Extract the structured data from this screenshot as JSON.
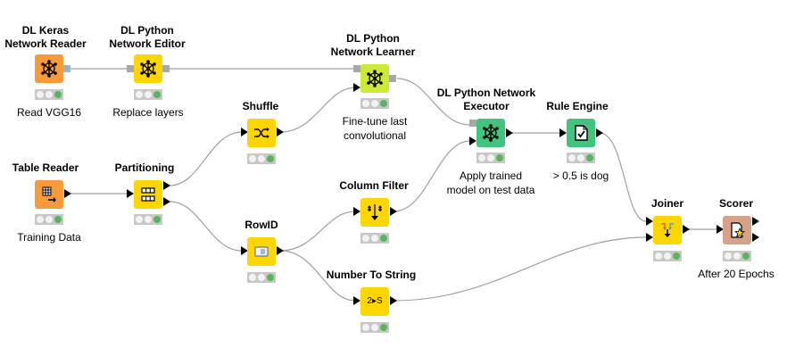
{
  "workflow": {
    "colors": {
      "source": "#f89a3a",
      "manipulator": "#fdd600",
      "learner": "#cde835",
      "predictor": "#43c47e",
      "other": "#d6a38a",
      "status_ok": "#5ab55a",
      "status_off": "#f3f3f3",
      "status_bg": "#c8c8c8",
      "port_data": "#000000",
      "port_model": "#a8a8a8",
      "port_keras": "#97b7c9",
      "connection": "#a0a0a0"
    },
    "nodes": [
      {
        "id": "keras_reader",
        "title": [
          "DL Keras",
          "Network Reader"
        ],
        "annotation": [
          "Read VGG16"
        ],
        "type": "source",
        "icon": "network-icon",
        "status": "executed"
      },
      {
        "id": "network_editor",
        "title": [
          "DL Python",
          "Network Editor"
        ],
        "annotation": [
          "Replace layers"
        ],
        "type": "manipulator",
        "icon": "network-icon",
        "status": "executed"
      },
      {
        "id": "network_learner",
        "title": [
          "DL Python",
          "Network Learner"
        ],
        "annotation": [
          "Fine-tune last",
          "convolutional"
        ],
        "type": "learner",
        "icon": "network-icon",
        "status": "executed"
      },
      {
        "id": "network_executor",
        "title": [
          "DL Python Network",
          "Executor"
        ],
        "annotation": [
          "Apply trained",
          "model on test data"
        ],
        "type": "predictor",
        "icon": "network-icon",
        "status": "executed"
      },
      {
        "id": "rule_engine",
        "title": [
          "Rule Engine"
        ],
        "annotation": [
          "> 0.5 is dog"
        ],
        "type": "predictor",
        "icon": "rule-document-icon",
        "status": "executed"
      },
      {
        "id": "table_reader",
        "title": [
          "Table Reader"
        ],
        "annotation": [
          "Training Data"
        ],
        "type": "source",
        "icon": "table-arrow-icon",
        "status": "executed"
      },
      {
        "id": "partitioning",
        "title": [
          "Partitioning"
        ],
        "annotation": [],
        "type": "manipulator",
        "icon": "partition-icon",
        "status": "executed"
      },
      {
        "id": "shuffle",
        "title": [
          "Shuffle"
        ],
        "annotation": [],
        "type": "manipulator",
        "icon": "shuffle-icon",
        "status": "executed"
      },
      {
        "id": "column_filter",
        "title": [
          "Column Filter"
        ],
        "annotation": [],
        "type": "manipulator",
        "icon": "column-filter-icon",
        "status": "executed"
      },
      {
        "id": "rowid",
        "title": [
          "RowID"
        ],
        "annotation": [],
        "type": "manipulator",
        "icon": "rowid-icon",
        "status": "executed"
      },
      {
        "id": "number_to_string",
        "title": [
          "Number To String"
        ],
        "annotation": [],
        "type": "manipulator",
        "icon": "number-to-string-icon",
        "icon_text": "2▸S",
        "status": "executed"
      },
      {
        "id": "joiner",
        "title": [
          "Joiner"
        ],
        "annotation": [],
        "type": "manipulator",
        "icon": "joiner-icon",
        "status": "executed"
      },
      {
        "id": "scorer",
        "title": [
          "Scorer"
        ],
        "annotation": [
          "After 20 Epochs"
        ],
        "type": "other",
        "icon": "scorer-icon",
        "status": "executed"
      }
    ],
    "connections": [
      {
        "from": "keras_reader",
        "to": "network_editor",
        "kind": "model"
      },
      {
        "from": "network_editor",
        "to": "network_learner",
        "kind": "model"
      },
      {
        "from": "network_learner",
        "to": "network_executor",
        "kind": "model"
      },
      {
        "from": "table_reader",
        "to": "partitioning",
        "kind": "data"
      },
      {
        "from": "partitioning",
        "to": "shuffle",
        "kind": "data"
      },
      {
        "from": "shuffle",
        "to": "network_learner",
        "kind": "data"
      },
      {
        "from": "partitioning",
        "to": "rowid",
        "kind": "data"
      },
      {
        "from": "rowid",
        "to": "column_filter",
        "kind": "data"
      },
      {
        "from": "rowid",
        "to": "number_to_string",
        "kind": "data"
      },
      {
        "from": "column_filter",
        "to": "network_executor",
        "kind": "data"
      },
      {
        "from": "network_executor",
        "to": "rule_engine",
        "kind": "data"
      },
      {
        "from": "rule_engine",
        "to": "joiner",
        "kind": "data"
      },
      {
        "from": "number_to_string",
        "to": "joiner",
        "kind": "data"
      },
      {
        "from": "joiner",
        "to": "scorer",
        "kind": "data"
      }
    ]
  }
}
